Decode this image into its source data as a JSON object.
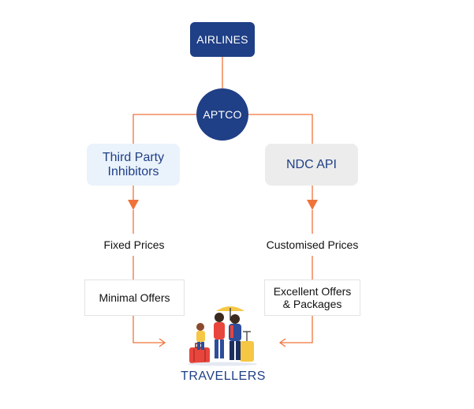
{
  "nodes": {
    "airlines": "AIRLINES",
    "aptco": "APTCO",
    "third_party": "Third Party Inhibitors",
    "ndc_api": "NDC API",
    "fixed_prices": "Fixed Prices",
    "customised_prices": "Customised Prices",
    "minimal_offers": "Minimal Offers",
    "excellent_offers": "Excellent Offers & Packages",
    "travellers": "TRAVELLERS"
  },
  "colors": {
    "node_dark": "#1f3f86",
    "connector": "#f0733a",
    "third_party_bg": "#eaf2fb",
    "ndc_bg": "#ececec"
  },
  "illustration": {
    "icon": "family-travellers-icon"
  }
}
